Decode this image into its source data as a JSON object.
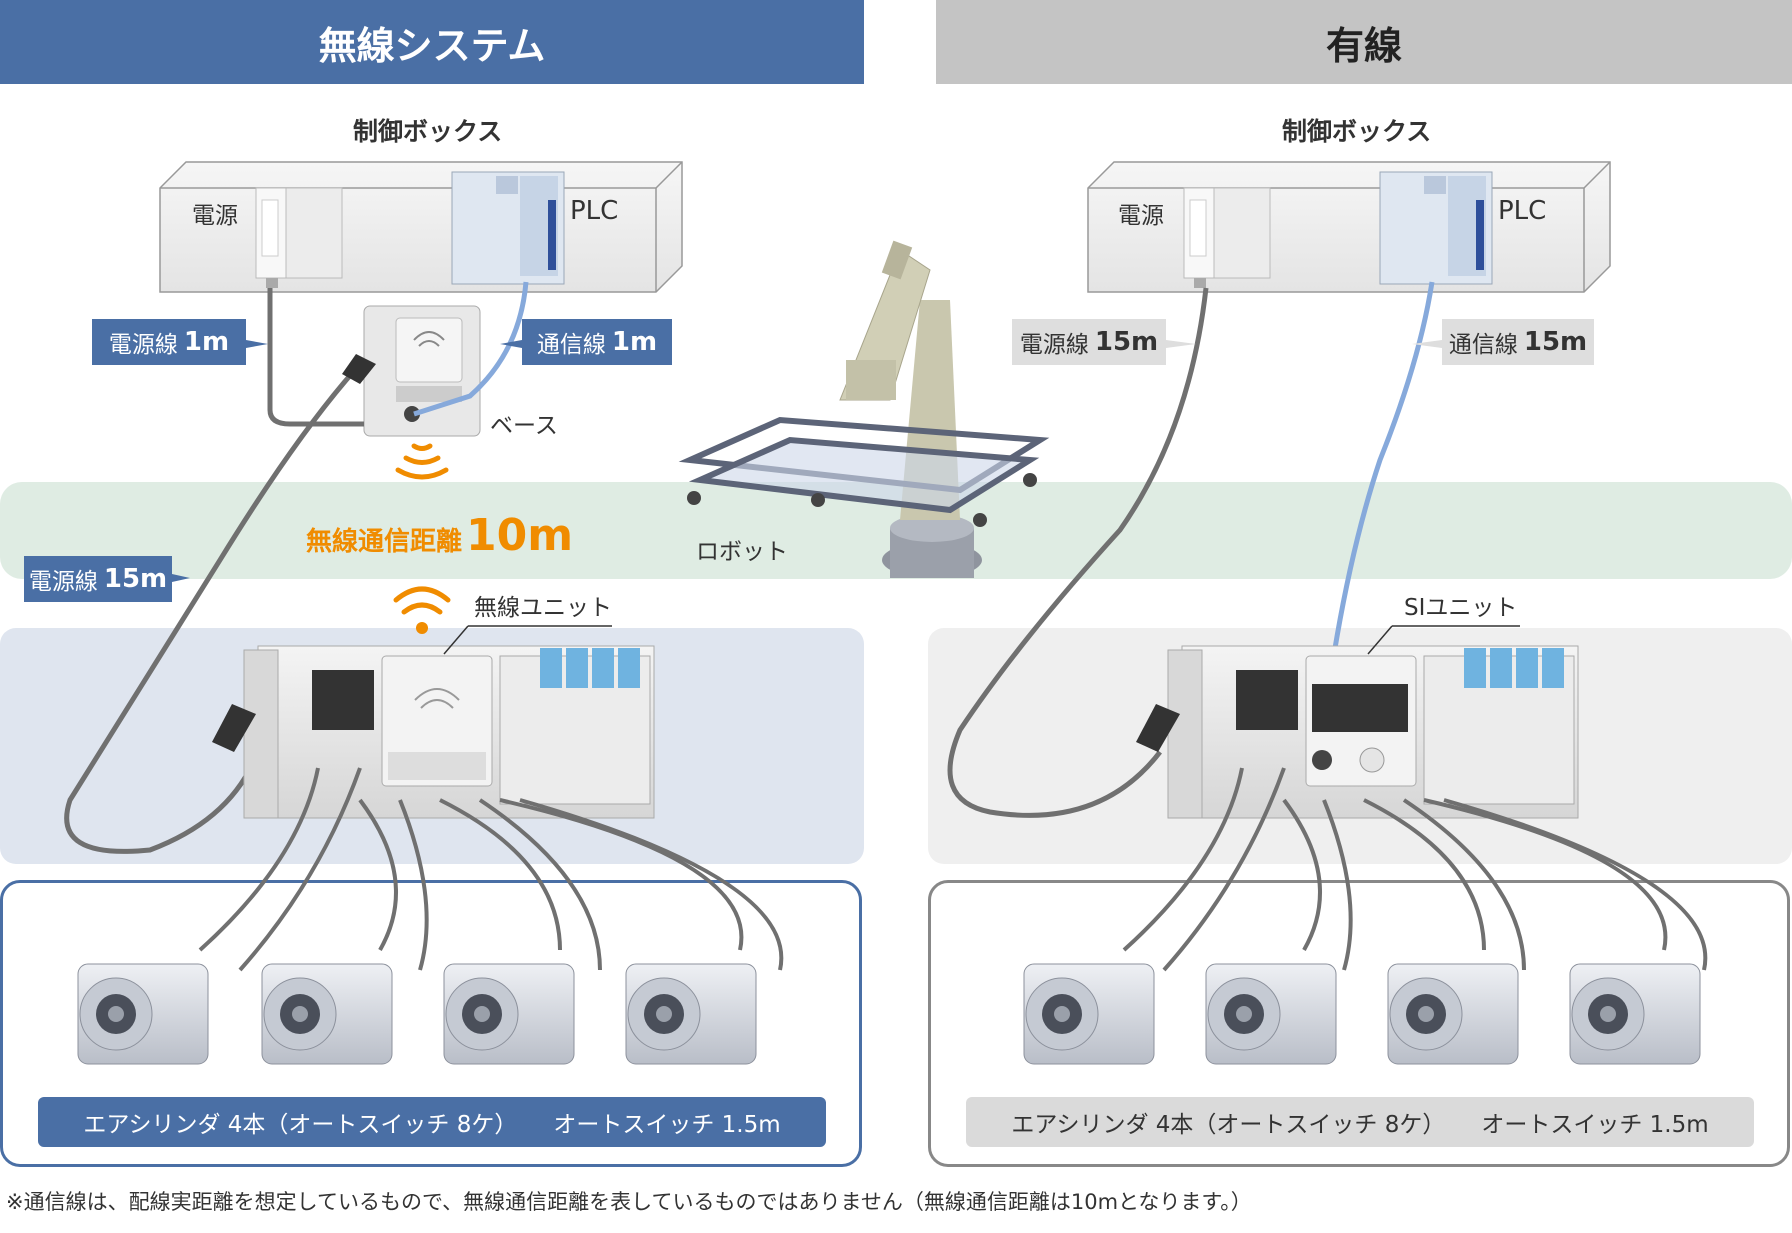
{
  "headers": {
    "left": "無線システム",
    "right": "有線"
  },
  "left": {
    "control_box_title": "制御ボックス",
    "power_label": "電源",
    "plc_label": "PLC",
    "power_cable_short": {
      "text": "電源線",
      "value": "1m"
    },
    "comm_cable": {
      "text": "通信線",
      "value": "1m"
    },
    "base_label": "ベース",
    "wireless_distance": {
      "text": "無線通信距離",
      "value": "10m"
    },
    "power_cable_long": {
      "text": "電源線",
      "value": "15m"
    },
    "unit_label": "無線ユニット",
    "caption": {
      "main": "エアシリンダ 4本（オートスイッチ 8ケ）",
      "sub": "オートスイッチ 1.5m"
    }
  },
  "right": {
    "control_box_title": "制御ボックス",
    "power_label": "電源",
    "plc_label": "PLC",
    "power_cable": {
      "text": "電源線",
      "value": "15m"
    },
    "comm_cable": {
      "text": "通信線",
      "value": "15m"
    },
    "unit_label": "SIユニット",
    "caption": {
      "main": "エアシリンダ 4本（オートスイッチ 8ケ）",
      "sub": "オートスイッチ 1.5m"
    }
  },
  "robot_label": "ロボット",
  "footnote": "※通信線は、配線実距離を想定しているもので、無線通信距離を表しているものではありません（無線通信距離は10mとなります。）",
  "colors": {
    "accent_blue": "#4a6fa5",
    "wireless_orange": "#f08c00",
    "band_green": "#dfece3",
    "comm_cable": "#86a9db",
    "power_cable": "#707070"
  }
}
